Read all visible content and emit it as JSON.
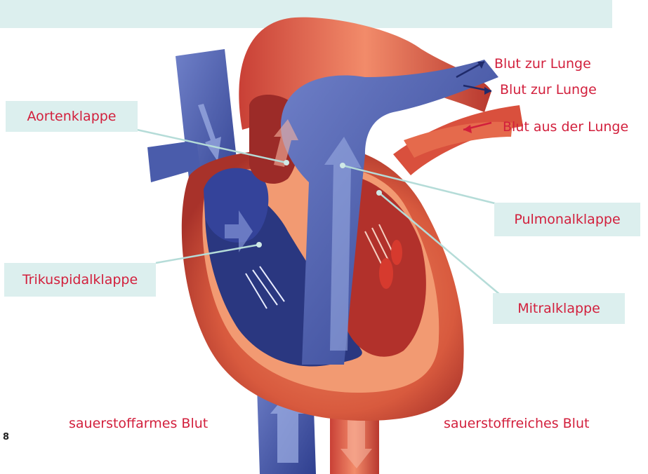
{
  "colors": {
    "label_text": "#d21f3c",
    "label_bg": "#dcefee",
    "deoxygenated": "#3b4f9c",
    "oxygenated": "#c94a3b"
  },
  "valve_labels": {
    "aortic": "Aortenklappe",
    "pulmonary": "Pulmonalklappe",
    "tricuspid": "Trikuspidalklappe",
    "mitral": "Mitralklappe"
  },
  "flow_labels": {
    "to_lung_1": "Blut zur Lunge",
    "to_lung_2": "Blut zur Lunge",
    "from_lung": "Blut aus der Lunge"
  },
  "legend": {
    "deoxygenated": "sauerstoffarmes Blut",
    "oxygenated": "sauerstoffreiches Blut"
  },
  "page_number": "8"
}
